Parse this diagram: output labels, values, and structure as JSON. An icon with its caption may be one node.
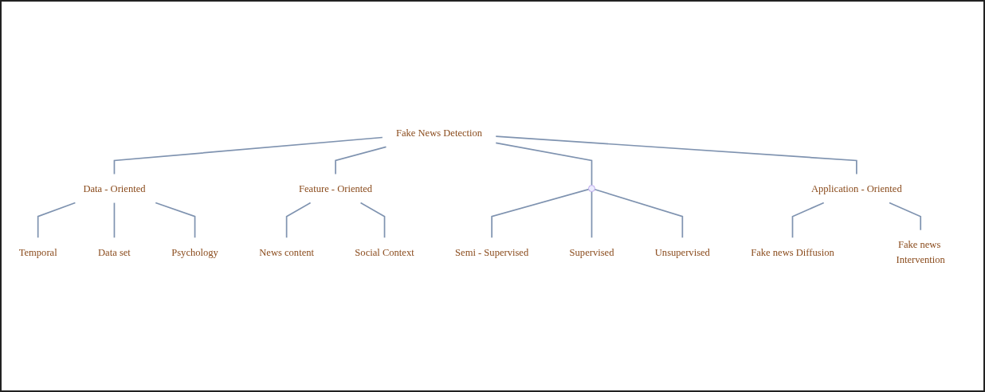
{
  "diagram": {
    "nodes": [
      {
        "text": [
          "Fake News Detection"
        ]
      },
      {
        "text": [
          "Data - Oriented"
        ]
      },
      {
        "text": [
          "Feature - Oriented"
        ]
      },
      {
        "text": [],
        "shape": "point"
      },
      {
        "text": [
          "Application - Oriented"
        ]
      },
      {
        "text": [
          "Temporal"
        ]
      },
      {
        "text": [
          "Data set"
        ]
      },
      {
        "text": [
          "Psychology"
        ]
      },
      {
        "text": [
          "News content"
        ]
      },
      {
        "text": [
          "Social Context"
        ]
      },
      {
        "text": [
          "Semi - Supervised"
        ]
      },
      {
        "text": [
          "Supervised"
        ]
      },
      {
        "text": [
          "Unsupervised"
        ]
      },
      {
        "text": [
          "Fake news Diffusion"
        ]
      },
      {
        "text": [
          "Fake news Intervention"
        ]
      }
    ],
    "edges": [
      {
        "from": 0,
        "to": 1,
        "arrow": "none"
      },
      {
        "from": 0,
        "to": 2,
        "arrow": "none"
      },
      {
        "from": 0,
        "to": 3,
        "arrow": "none"
      },
      {
        "from": 0,
        "to": 4,
        "arrow": "none"
      },
      {
        "from": 1,
        "to": 5,
        "arrow": "none"
      },
      {
        "from": 1,
        "to": 6,
        "arrow": "none"
      },
      {
        "from": 1,
        "to": 7,
        "arrow": "none"
      },
      {
        "from": 2,
        "to": 8,
        "arrow": "none"
      },
      {
        "from": 2,
        "to": 9,
        "arrow": "none"
      },
      {
        "from": 3,
        "to": 10,
        "arrow": "none"
      },
      {
        "from": 3,
        "to": 11,
        "arrow": "none"
      },
      {
        "from": 3,
        "to": 12,
        "arrow": "none"
      },
      {
        "from": 4,
        "to": 13,
        "arrow": "none"
      },
      {
        "from": 4,
        "to": 14,
        "arrow": "none"
      }
    ]
  }
}
